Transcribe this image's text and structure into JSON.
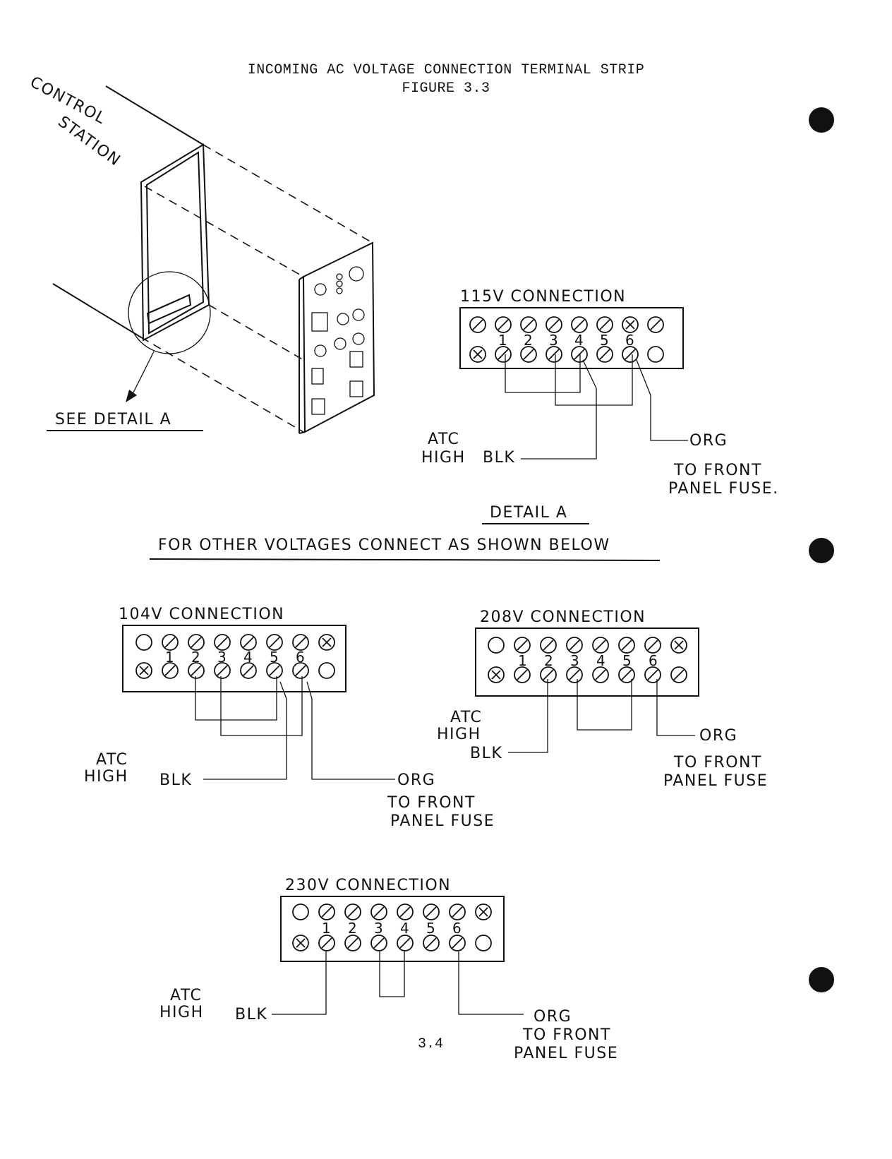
{
  "header": {
    "title": "INCOMING AC VOLTAGE CONNECTION TERMINAL STRIP",
    "figure": "FIGURE 3.3"
  },
  "station": {
    "label_line1": "CONTROL",
    "label_line2": "STATION",
    "see_detail": "SEE DETAIL A"
  },
  "detail": {
    "label": "DETAIL A",
    "instruction": "FOR OTHER VOLTAGES CONNECT AS SHOWN BELOW"
  },
  "connections": [
    {
      "id": "115v",
      "title": "115V CONNECTION",
      "terminal_numbers": [
        "1",
        "2",
        "3",
        "4",
        "5",
        "6"
      ],
      "atc_line1": "ATC",
      "atc_line2": "HIGH",
      "blk": "BLK",
      "org": "ORG",
      "note_line1": "TO FRONT",
      "note_line2": "PANEL FUSE."
    },
    {
      "id": "104v",
      "title": "104V CONNECTION",
      "terminal_numbers": [
        "1",
        "2",
        "3",
        "4",
        "5",
        "6"
      ],
      "atc_line1": "ATC",
      "atc_line2": "HIGH",
      "blk": "BLK",
      "org": "ORG",
      "note_line1": "TO FRONT",
      "note_line2": "PANEL FUSE"
    },
    {
      "id": "208v",
      "title": "208V CONNECTION",
      "terminal_numbers": [
        "1",
        "2",
        "3",
        "4",
        "5",
        "6"
      ],
      "atc_line1": "ATC",
      "atc_line2": "HIGH",
      "blk": "BLK",
      "org": "ORG",
      "note_line1": "TO FRONT",
      "note_line2": "PANEL FUSE"
    },
    {
      "id": "230v",
      "title": "230V CONNECTION",
      "terminal_numbers": [
        "1",
        "2",
        "3",
        "4",
        "5",
        "6"
      ],
      "atc_line1": "ATC",
      "atc_line2": "HIGH",
      "blk": "BLK",
      "org": "ORG",
      "note_line1": "TO FRONT",
      "note_line2": "PANEL FUSE"
    }
  ],
  "footer": {
    "page_number": "3.4"
  }
}
